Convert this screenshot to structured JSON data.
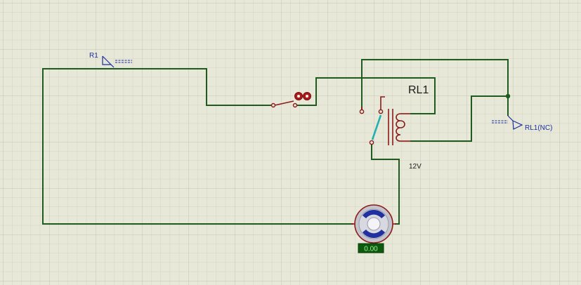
{
  "schematic": {
    "terminal_r1_label": "R1",
    "terminal_r1_nc_label": "RL1(NC)",
    "relay_label": "RL1",
    "relay_voltage": "12V",
    "motor_readout": "0.00"
  },
  "colors": {
    "background": "#e8e8d8",
    "grid_minor": "#d6d6c6",
    "grid_major": "#c8c8b8",
    "wire": "#1f5a1f",
    "component": "#8b1a1a",
    "label_blue": "#1a2fa0",
    "contact_arm": "#20b0b0",
    "motor_blue": "#2030a0",
    "readout_bg": "#0d5a0d",
    "readout_text": "#9cf09c"
  },
  "icons": {
    "r1_terminal": "terminal-arrow-icon",
    "nc_terminal": "terminal-arrow-icon",
    "motor": "dc-motor-icon",
    "switch": "push-button-switch-icon",
    "relay": "relay-coil-icon"
  }
}
